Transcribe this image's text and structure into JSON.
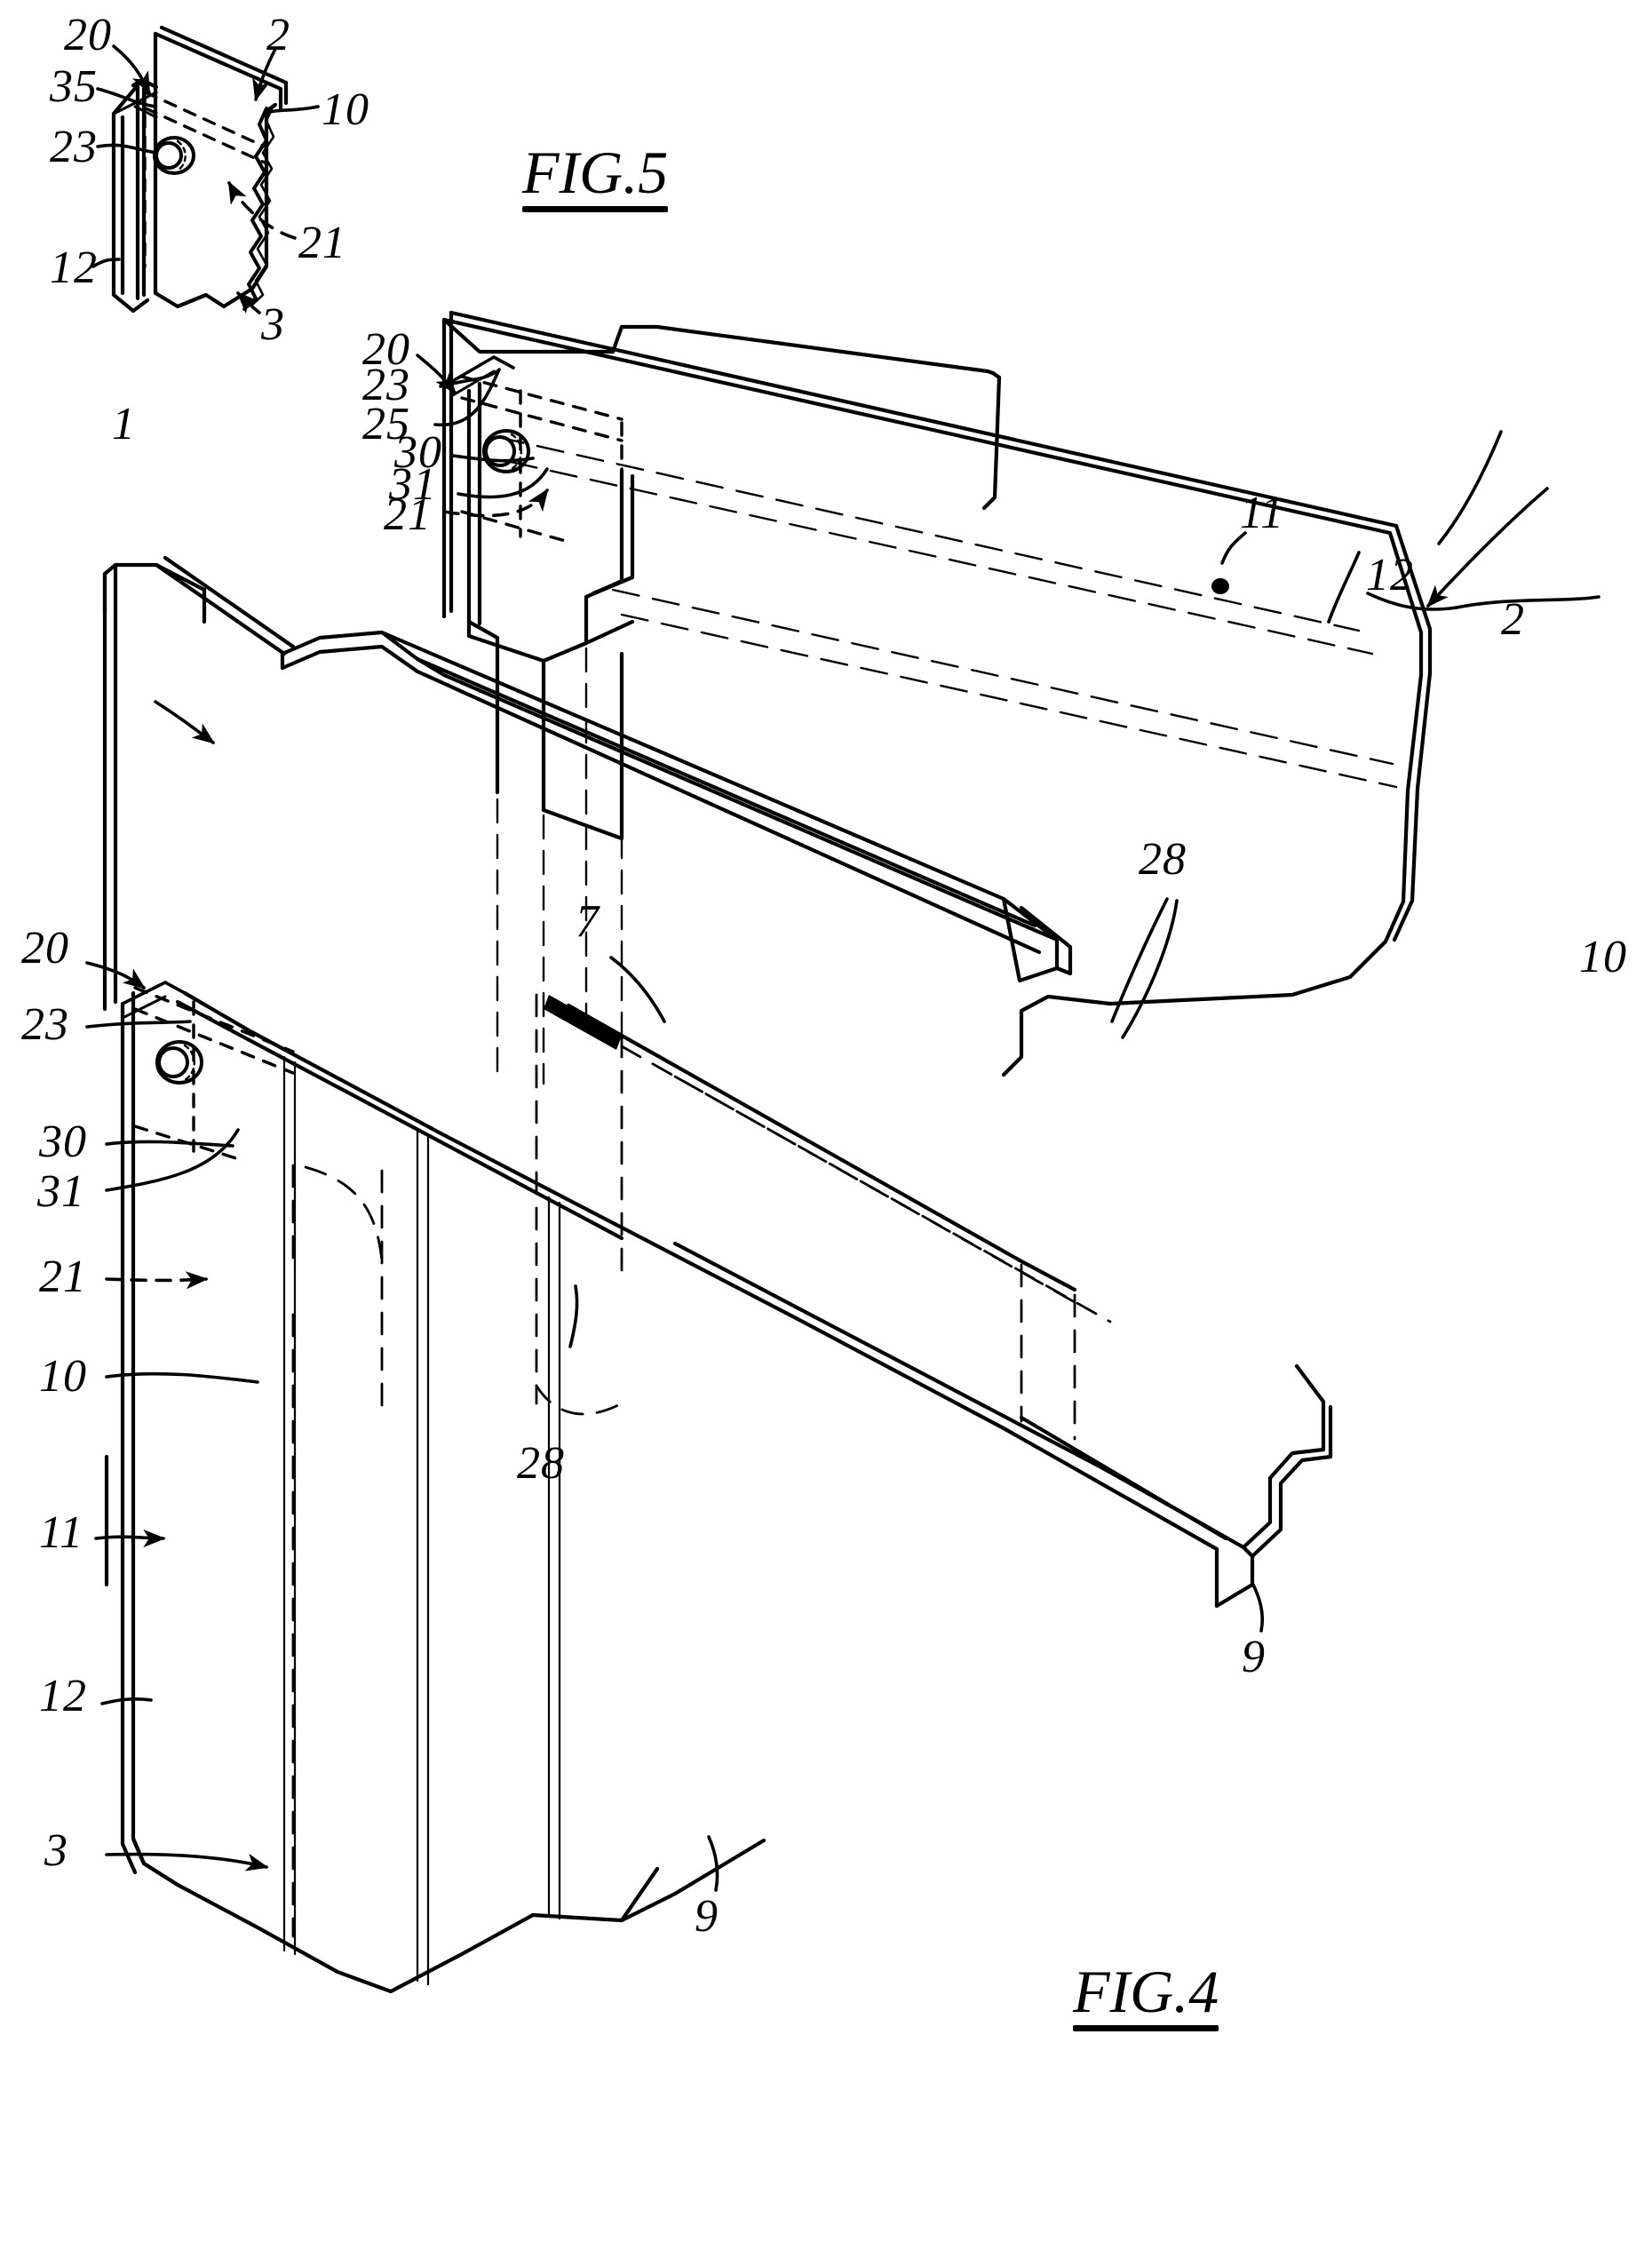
{
  "document": {
    "type": "patent-drawing-sheet",
    "background_color": "#ffffff",
    "ink_color": "#000000"
  },
  "figures": [
    {
      "id": "fig5",
      "caption": "FIG.5",
      "caption_underlined": true
    },
    {
      "id": "fig4",
      "caption": "FIG.4",
      "caption_underlined": true
    }
  ],
  "captions": {
    "fig5": "FIG.5",
    "fig4": "FIG.4"
  },
  "reference_numerals": {
    "fig5": [
      {
        "key": "n20",
        "text": "20"
      },
      {
        "key": "n35",
        "text": "35"
      },
      {
        "key": "n23",
        "text": "23"
      },
      {
        "key": "n12",
        "text": "12"
      },
      {
        "key": "n2",
        "text": "2"
      },
      {
        "key": "n10",
        "text": "10"
      },
      {
        "key": "n21",
        "text": "21"
      },
      {
        "key": "n3",
        "text": "3"
      }
    ],
    "fig4_assembly": [
      {
        "key": "a1",
        "text": "1"
      }
    ],
    "fig4_upper_left": [
      {
        "key": "b20",
        "text": "20"
      },
      {
        "key": "b23",
        "text": "23"
      },
      {
        "key": "b25",
        "text": "25"
      },
      {
        "key": "b30",
        "text": "30"
      },
      {
        "key": "b31",
        "text": "31"
      },
      {
        "key": "b21",
        "text": "21"
      }
    ],
    "fig4_upper_right": [
      {
        "key": "c11",
        "text": "11"
      },
      {
        "key": "c12",
        "text": "12"
      },
      {
        "key": "c2",
        "text": "2"
      },
      {
        "key": "c10",
        "text": "10"
      }
    ],
    "fig4_lower_left": [
      {
        "key": "d20",
        "text": "20"
      },
      {
        "key": "d23",
        "text": "23"
      },
      {
        "key": "d30",
        "text": "30"
      },
      {
        "key": "d31",
        "text": "31"
      },
      {
        "key": "d21",
        "text": "21"
      },
      {
        "key": "d10",
        "text": "10"
      },
      {
        "key": "d11",
        "text": "11"
      },
      {
        "key": "d12",
        "text": "12"
      },
      {
        "key": "d3",
        "text": "3"
      }
    ],
    "fig4_center": [
      {
        "key": "e7",
        "text": "7"
      },
      {
        "key": "e28a",
        "text": "28"
      },
      {
        "key": "e28b",
        "text": "28"
      },
      {
        "key": "e9a",
        "text": "9"
      },
      {
        "key": "e9b",
        "text": "9"
      }
    ]
  },
  "labels": {
    "fig5_20": "20",
    "fig5_35": "35",
    "fig5_23": "23",
    "fig5_12": "12",
    "fig5_2": "2",
    "fig5_10": "10",
    "fig5_21": "21",
    "fig5_3": "3",
    "fig4_1": "1",
    "fig4_u20": "20",
    "fig4_u23": "23",
    "fig4_u25": "25",
    "fig4_u30": "30",
    "fig4_u31": "31",
    "fig4_u21": "21",
    "fig4_r11": "11",
    "fig4_r12": "12",
    "fig4_r2": "2",
    "fig4_r10": "10",
    "fig4_l20": "20",
    "fig4_l23": "23",
    "fig4_l30": "30",
    "fig4_l31": "31",
    "fig4_l21": "21",
    "fig4_l10": "10",
    "fig4_l11": "11",
    "fig4_l12": "12",
    "fig4_l3": "3",
    "fig4_7": "7",
    "fig4_28a": "28",
    "fig4_28b": "28",
    "fig4_9a": "9",
    "fig4_9b": "9"
  }
}
